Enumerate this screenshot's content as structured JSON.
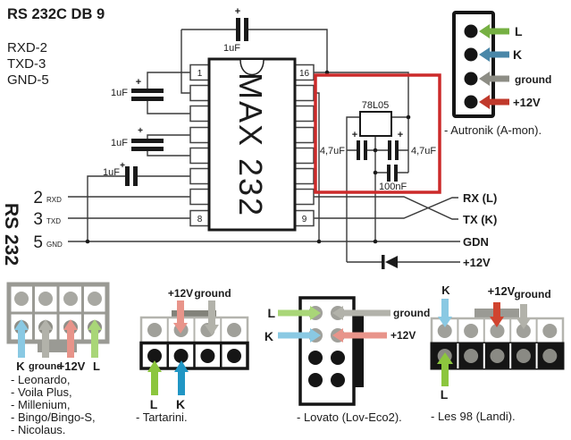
{
  "colors": {
    "wire": "#3a3a3a",
    "highlight_red": "#cc2a2a",
    "green": "#76b043",
    "green_bright": "#8cc63e",
    "green_soft": "#a9d678",
    "blue": "#4a87a8",
    "blue_bright": "#2196c4",
    "blue_soft": "#8ac9e3",
    "teal": "#1f9aa8",
    "gray": "#8d8d85",
    "gray_soft": "#b2b2aa",
    "gray_dark": "#6e6e66",
    "red": "#c0392b",
    "red_bright": "#d0442f",
    "red_soft": "#e8948a",
    "red_mid": "#d4604f",
    "label_green": "#5d8f34"
  },
  "header": {
    "title": "RS 232C DB 9",
    "rows": [
      "RXD-2",
      "TXD-3",
      "GND-5"
    ]
  },
  "rs232": {
    "label": "RS 232",
    "pins": [
      {
        "num": "2",
        "name": "RXD"
      },
      {
        "num": "3",
        "name": "TXD"
      },
      {
        "num": "5",
        "name": "GND"
      }
    ]
  },
  "chip": {
    "label": "MAX 232",
    "pins": {
      "tl": "1",
      "bl": "8",
      "tr": "16",
      "br": "9"
    }
  },
  "caps": {
    "plus": "+",
    "c1": "1uF",
    "c2": "1uF",
    "c3": "1uF",
    "c4": "1uF"
  },
  "regulator": {
    "label": "78L05",
    "cap_in": "4,7uF",
    "cap_out": "4,7uF",
    "cap_100": "100nF"
  },
  "signals": {
    "rx": "RX (L)",
    "tx": "TX (K)",
    "gnd": "GDN",
    "v12": "+12V"
  },
  "autronik": {
    "pin_l": "L",
    "pin_k": "K",
    "pin_ground": "ground",
    "pin_12v": "+12V",
    "caption": "- Autronik (A-mon)."
  },
  "leonardo": {
    "pin_k": "K",
    "pin_ground": "ground",
    "pin_12v": "+12V",
    "pin_l": "L",
    "devices": [
      "- Leonardo,",
      "- Voila Plus,",
      "- Millenium,",
      "- Bingo/Bingo-S,",
      "- Nicolaus."
    ]
  },
  "tartarini": {
    "pin_12v": "+12V",
    "pin_ground": "ground",
    "pin_l": "L",
    "pin_k": "K",
    "caption": "- Tartarini."
  },
  "lovato": {
    "pin_l": "L",
    "pin_k": "K",
    "pin_ground": "ground",
    "pin_12v": "+12V",
    "caption": "- Lovato (Lov-Eco2)."
  },
  "les98": {
    "pin_k": "K",
    "pin_12v": "+12V",
    "pin_ground": "ground",
    "pin_l": "L",
    "caption": "- Les 98 (Landi)."
  }
}
